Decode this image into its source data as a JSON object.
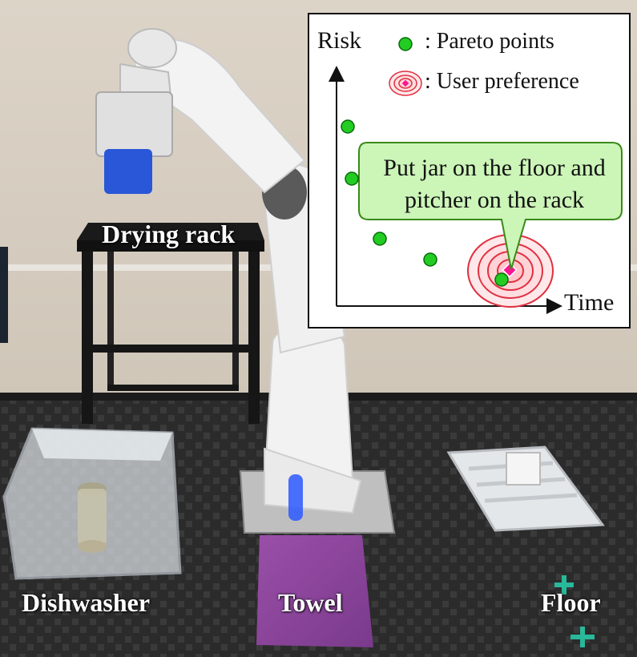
{
  "labels": {
    "drying_rack": "Drying rack",
    "dishwasher": "Dishwasher",
    "towel": "Towel",
    "floor": "Floor"
  },
  "inset": {
    "y_axis_label": "Risk",
    "x_axis_label": "Time",
    "legend_pareto": ": Pareto points",
    "legend_user": ": User preference",
    "callout_line1": "Put jar on the floor and",
    "callout_line2": "pitcher on the rack"
  },
  "colors": {
    "pareto_fill": "#22cc22",
    "preference_ring": "#e03040",
    "preference_marker": "#ff1493",
    "callout_fill": "#ccf5b8",
    "callout_stroke": "#3a8a1a"
  }
}
